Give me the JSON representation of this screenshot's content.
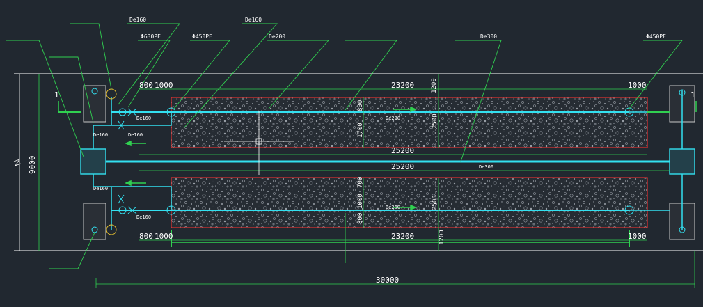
{
  "drawing": {
    "dimensions": {
      "total_length": "30000",
      "height": "9000",
      "top_offset_800": "800",
      "top_offset_1000": "1000",
      "top_length_23200": "23200",
      "top_right_1000": "1000",
      "mid_length_a": "25200",
      "mid_length_b": "25200",
      "bottom_offset_800": "800",
      "bottom_offset_1000": "1000",
      "bottom_length_23200": "23200",
      "bottom_right_1000": "1000",
      "top_v_1200": "1200",
      "top_v_800": "800",
      "top_v_1700": "1700",
      "top_v_2500": "2500",
      "bot_v_700": "700",
      "bot_v_1000": "1000",
      "bot_v_800": "800",
      "bot_v_2500": "2500",
      "bot_v_1200": "1200"
    },
    "callouts": {
      "de160_a": "De160",
      "de160_b": "De160",
      "phi630": "Φ630PE",
      "phi450_left": "Φ450PE",
      "de200": "De200",
      "de300": "De300",
      "phi450_right": "Φ450PE",
      "section_marker_left": "1",
      "section_marker_right": "1"
    },
    "pipe_labels": {
      "de160_l_a": "De160",
      "de160_l_b": "De160",
      "de160_l_c": "De160",
      "de160_l_d": "De160",
      "de160_l_e": "De160",
      "de200_top": "De200",
      "de300_mid": "De300",
      "de200_bottom": "De200"
    },
    "colors": {
      "background": "#212830",
      "pipe": "#33e0f0",
      "boundary": "#e03030",
      "gravel": "#9aa0a8",
      "dimension": "#ffffff",
      "leader": "#30d050",
      "manhole": "#c8c8c8"
    }
  }
}
